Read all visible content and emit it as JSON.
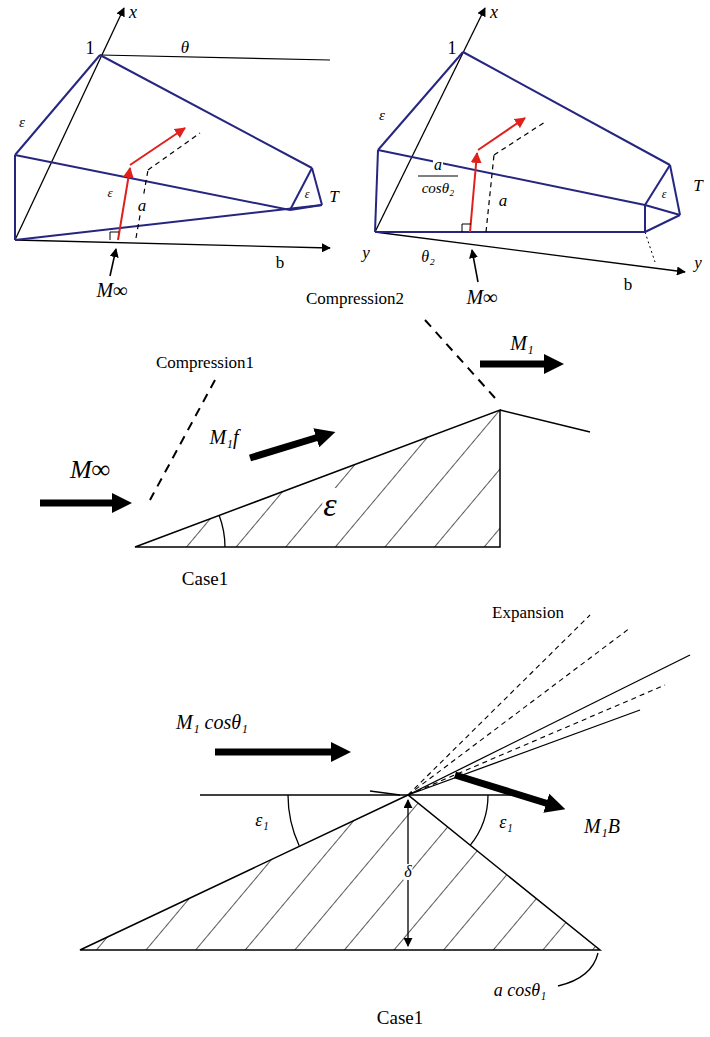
{
  "diagram": {
    "labels": [
      "x",
      "1",
      "θ",
      "ε",
      "ε",
      "a",
      "M∞",
      "b",
      "ε",
      "T",
      "x",
      "1",
      "ε",
      "a",
      "cosθ₂",
      "a",
      "ε",
      "T",
      "y",
      "θ₂",
      "M∞",
      "b",
      "y",
      "Compression1",
      "Compression2",
      "M∞",
      "M₁f",
      "ε",
      "M₁",
      "Case1",
      "Expansion",
      "M₁ cosθ₁",
      "M₁B",
      "ε₁",
      "ε₁",
      "δ",
      "a cosθ₁",
      "Case1"
    ]
  }
}
